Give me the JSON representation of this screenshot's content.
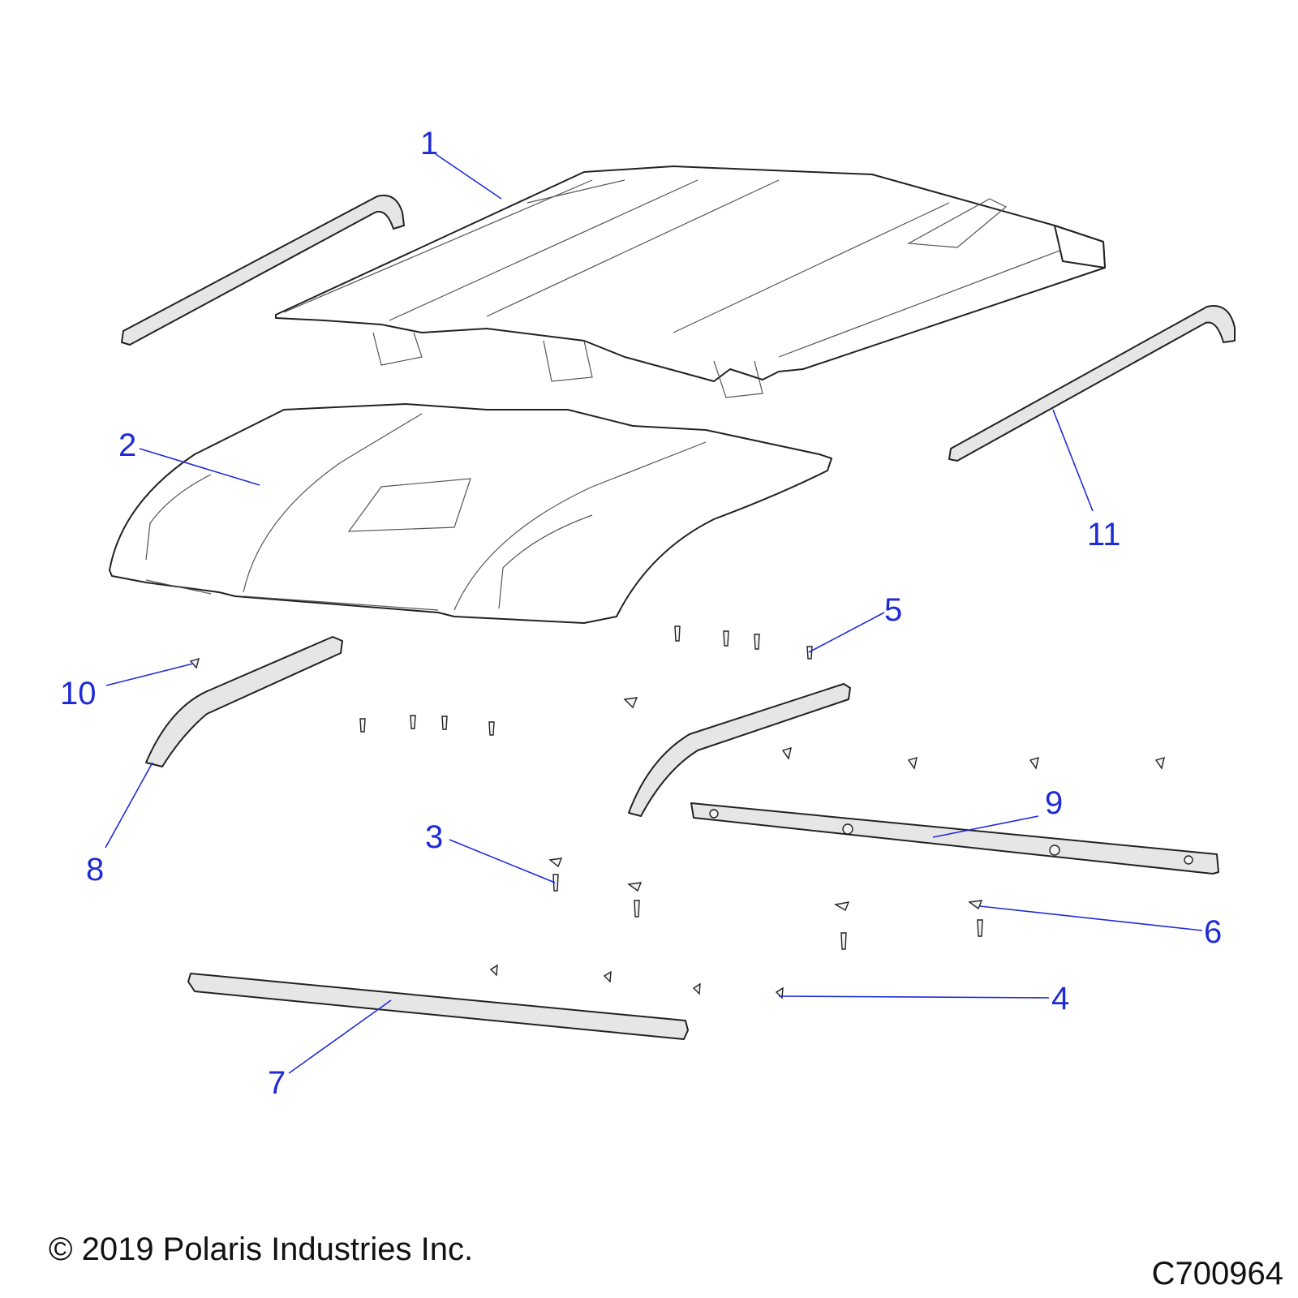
{
  "callouts": [
    "1",
    "2",
    "3",
    "4",
    "5",
    "6",
    "7",
    "8",
    "9",
    "10",
    "11"
  ],
  "footer": {
    "copyright": "© 2019 Polaris Industries Inc.",
    "drawing_id": "C700964"
  },
  "colors": {
    "callout": "#1f2bd6",
    "line": "#222222"
  }
}
